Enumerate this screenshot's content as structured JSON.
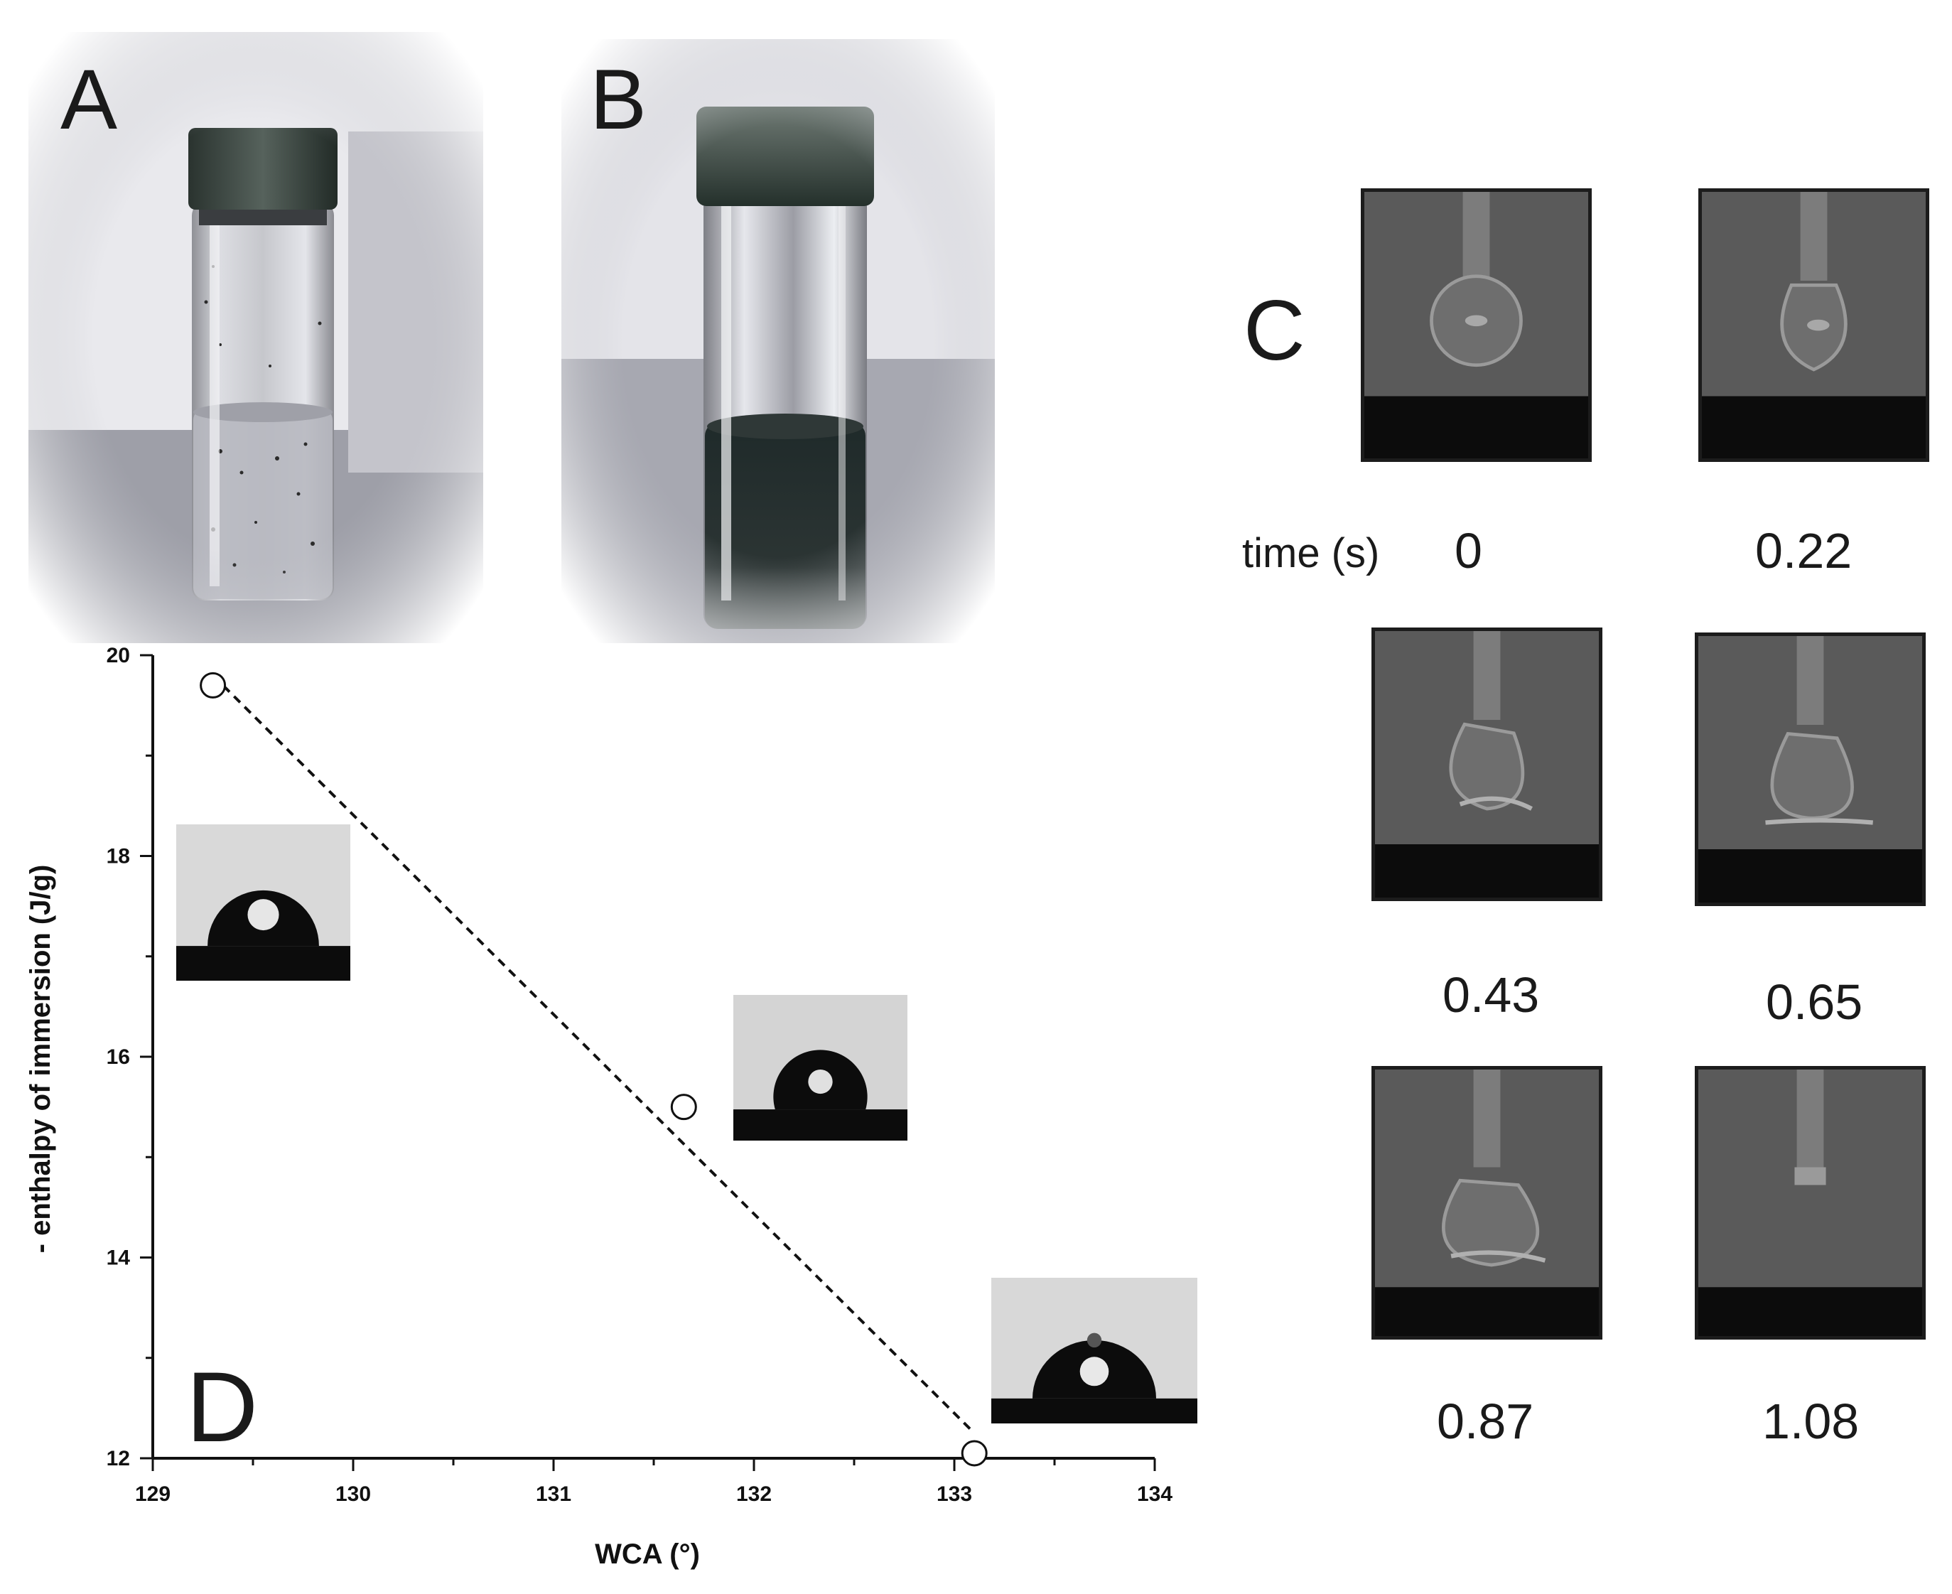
{
  "panels": {
    "a_label": "A",
    "b_label": "B",
    "c_label": "C",
    "d_label": "D"
  },
  "panel_c": {
    "time_label": "time (s)",
    "frames": [
      {
        "time": "0"
      },
      {
        "time": "0.22"
      },
      {
        "time": "0.43"
      },
      {
        "time": "0.65"
      },
      {
        "time": "0.87"
      },
      {
        "time": "1.08"
      }
    ]
  },
  "chart_data": {
    "type": "scatter",
    "xlabel": "WCA (°)",
    "ylabel": "- enthalpy of immersion (J/g)",
    "xlim": [
      129,
      134
    ],
    "ylim": [
      12,
      20
    ],
    "x_ticks": [
      "129",
      "130",
      "131",
      "132",
      "133",
      "134"
    ],
    "y_ticks": [
      "12",
      "14",
      "16",
      "18",
      "20"
    ],
    "points": [
      {
        "x": 129.3,
        "y": 19.7
      },
      {
        "x": 131.65,
        "y": 15.5
      },
      {
        "x": 133.1,
        "y": 12.05
      }
    ],
    "fit_line": {
      "style": "dashed",
      "from": {
        "x": 129.3,
        "y": 19.8
      },
      "to": {
        "x": 133.1,
        "y": 12.25
      }
    },
    "grid": false,
    "legend": "none"
  },
  "colors": {
    "vial_cap": "#34403b",
    "dispersion_dark": "#1f2a2a",
    "frame_bg": "#5a5a5a",
    "frame_substrate": "#0c0c0c"
  }
}
